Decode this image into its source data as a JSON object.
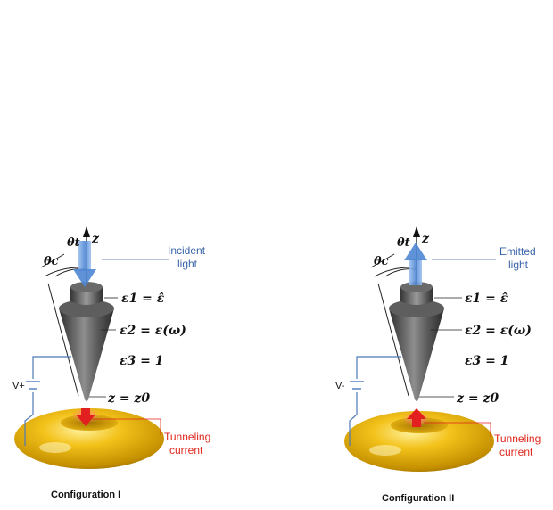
{
  "panels": [
    {
      "theta_t": "θt",
      "theta_c": "θc",
      "z_axis": "z",
      "light_label_line1": "Incident",
      "light_label_line2": "light",
      "light_direction": "down",
      "eps1": "ε1 = ε̂",
      "eps2": "ε2 = ε(ω)",
      "eps3": "ε3 = 1",
      "z0": "z = z0",
      "current_direction": "down",
      "voltage": "V+",
      "tunneling_line1": "Tunneling",
      "tunneling_line2": "current",
      "caption": "Configuration I"
    },
    {
      "theta_t": "θt",
      "theta_c": "θc",
      "z_axis": "z",
      "light_label_line1": "Emitted",
      "light_label_line2": "light",
      "light_direction": "up",
      "eps1": "ε1 = ε̂",
      "eps2": "ε2 = ε(ω)",
      "eps3": "ε3 = 1",
      "z0": "z = z0",
      "current_direction": "up",
      "voltage": "V-",
      "tunneling_line1": "Tunneling",
      "tunneling_line2": "current",
      "caption": "Configuration II"
    }
  ],
  "colors": {
    "tip_dark": "#3a3a3a",
    "tip_light": "#9a9a9a",
    "gold_dark": "#b58900",
    "gold_light": "#ffe066",
    "arrow_blue": "#5b8fd6",
    "arrow_red": "#e32020",
    "leader_blue": "#3a64a8",
    "leader_red": "#e0251b"
  }
}
